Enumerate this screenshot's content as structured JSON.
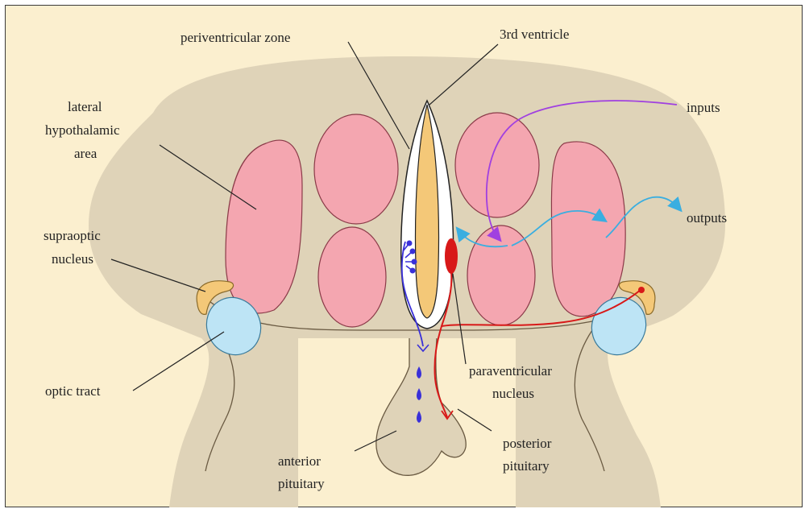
{
  "labels": {
    "periventricular_zone": "periventricular zone",
    "third_ventricle": "3rd ventricle",
    "lateral_line1": "lateral",
    "lateral_line2": "hypothalamic",
    "lateral_line3": "area",
    "inputs": "inputs",
    "outputs": "outputs",
    "supraoptic_line1": "supraoptic",
    "supraoptic_line2": "nucleus",
    "optic_tract": "optic tract",
    "paraventricular_line1": "paraventricular",
    "paraventricular_line2": "nucleus",
    "anterior_line1": "anterior",
    "anterior_line2": "pituitary",
    "posterior_line1": "posterior",
    "posterior_line2": "pituitary"
  },
  "colors": {
    "background": "#fbefcf",
    "hypothalamus": "#dfd3b8",
    "nucleus_pink": "#f4a6b0",
    "ventricle": "#f4c878",
    "supraoptic": "#f4c878",
    "optic_tract": "#bde4f5",
    "input_arrow": "#a040e0",
    "output_arrow": "#3aaee0",
    "parvocellular_neuron": "#3a30d8",
    "magnocellular_neuron": "#d81818"
  }
}
